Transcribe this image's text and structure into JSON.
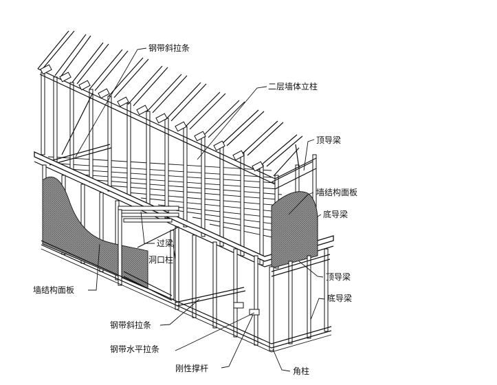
{
  "labels": {
    "steel_strap_brace_top": "钢带斜拉条",
    "second_floor_stud": "二层墙体立柱",
    "top_track_upper": "顶导梁",
    "wall_sheathing_right": "墙结构面板",
    "bottom_track_upper": "底导梁",
    "header": "过梁",
    "opening_stud": "洞口柱",
    "top_track_lower": "顶导梁",
    "wall_sheathing_left": "墙结构面板",
    "bottom_track_lower": "底导梁",
    "steel_strap_brace_bottom": "钢带斜拉条",
    "steel_strap_horizontal": "钢带水平拉条",
    "rigid_blocking": "刚性撑杆",
    "corner_post": "角柱"
  }
}
